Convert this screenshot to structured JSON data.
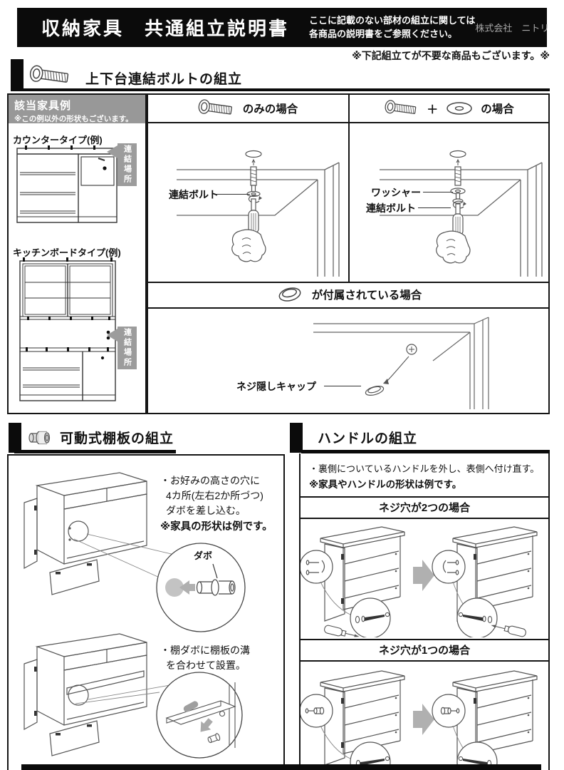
{
  "colors": {
    "header_bg": "#0b0b0b",
    "tag_gray": "#9c9c9c",
    "arrow_gray": "#b0b0b0",
    "ink": "#111111"
  },
  "header": {
    "title": "収納家具　共通組立説明書",
    "note_line1": "ここに記載のない部材の組立に関しては",
    "note_line2": "各商品の説明書をご参照ください。",
    "company": "株式会社　ニトリ"
  },
  "disclaimer": "※下記組立てが不要な商品もございます。※",
  "section1": {
    "title": "上下台連結ボルトの組立",
    "sidebar": {
      "header": "該当家具例",
      "subheader": "※この例以外の形状もございます。",
      "counter_type_label": "カウンタータイプ(例)",
      "kitchen_type_label": "キッチンボードタイプ(例)",
      "joint_location": "連結場所"
    },
    "bolt_only_panel": {
      "suffix": "のみの場合",
      "bolt_label": "連結ボルト"
    },
    "bolt_washer_panel": {
      "plus": "＋",
      "suffix": "の場合",
      "washer_label": "ワッシャー",
      "bolt_label": "連結ボルト"
    },
    "cap_panel": {
      "suffix": "が付属されている場合",
      "cap_label": "ネジ隠しキャップ"
    }
  },
  "section2": {
    "title": "可動式棚板の組立",
    "step1": {
      "line1": "・お好みの高さの穴に",
      "line2": "4カ所(左右2か所づつ)",
      "line3": "ダボを差し込む。",
      "note": "※家具の形状は例です。"
    },
    "dowel_label": "ダボ",
    "step2": {
      "line1": "・棚ダボに棚板の溝",
      "line2": "を合わせて設置。"
    }
  },
  "section3": {
    "title": "ハンドルの組立",
    "instruction": "・裏側についているハンドルを外し、表側へ付け直す。",
    "note": "※家具やハンドルの形状は例です。",
    "case_two_holes": "ネジ穴が2つの場合",
    "case_one_hole": "ネジ穴が1つの場合"
  }
}
